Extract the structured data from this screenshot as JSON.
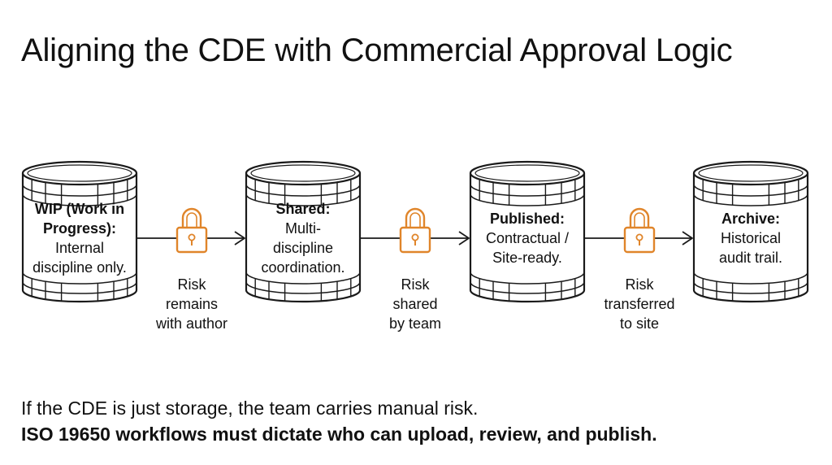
{
  "title": "Aligning the CDE with Commercial Approval Logic",
  "stages": [
    {
      "heading": "WIP (Work in Progress):",
      "heading_lines": [
        "WIP (Work in",
        "Progress):"
      ],
      "body_lines": [
        "Internal",
        "discipline only."
      ]
    },
    {
      "heading": "Shared:",
      "heading_lines": [
        "Shared:"
      ],
      "body_lines": [
        "Multi-",
        "discipline",
        "coordination."
      ]
    },
    {
      "heading": "Published:",
      "heading_lines": [
        "Published:"
      ],
      "body_lines": [
        "Contractual /",
        "Site-ready."
      ]
    },
    {
      "heading": "Archive:",
      "heading_lines": [
        "Archive:"
      ],
      "body_lines": [
        "Historical",
        "audit trail."
      ]
    }
  ],
  "transitions": [
    {
      "icon": "padlock-icon",
      "label_lines": [
        "Risk",
        "remains",
        "with author"
      ]
    },
    {
      "icon": "padlock-icon",
      "label_lines": [
        "Risk",
        "shared",
        "by team"
      ]
    },
    {
      "icon": "padlock-icon",
      "label_lines": [
        "Risk",
        "transferred",
        "to site"
      ]
    }
  ],
  "colors": {
    "stroke": "#1a1a1a",
    "lock": "#e0852a",
    "text": "#111111"
  },
  "footer": {
    "line1": "If the CDE is just storage, the team carries manual risk.",
    "line2": "ISO 19650 workflows must dictate who can upload, review, and publish."
  }
}
